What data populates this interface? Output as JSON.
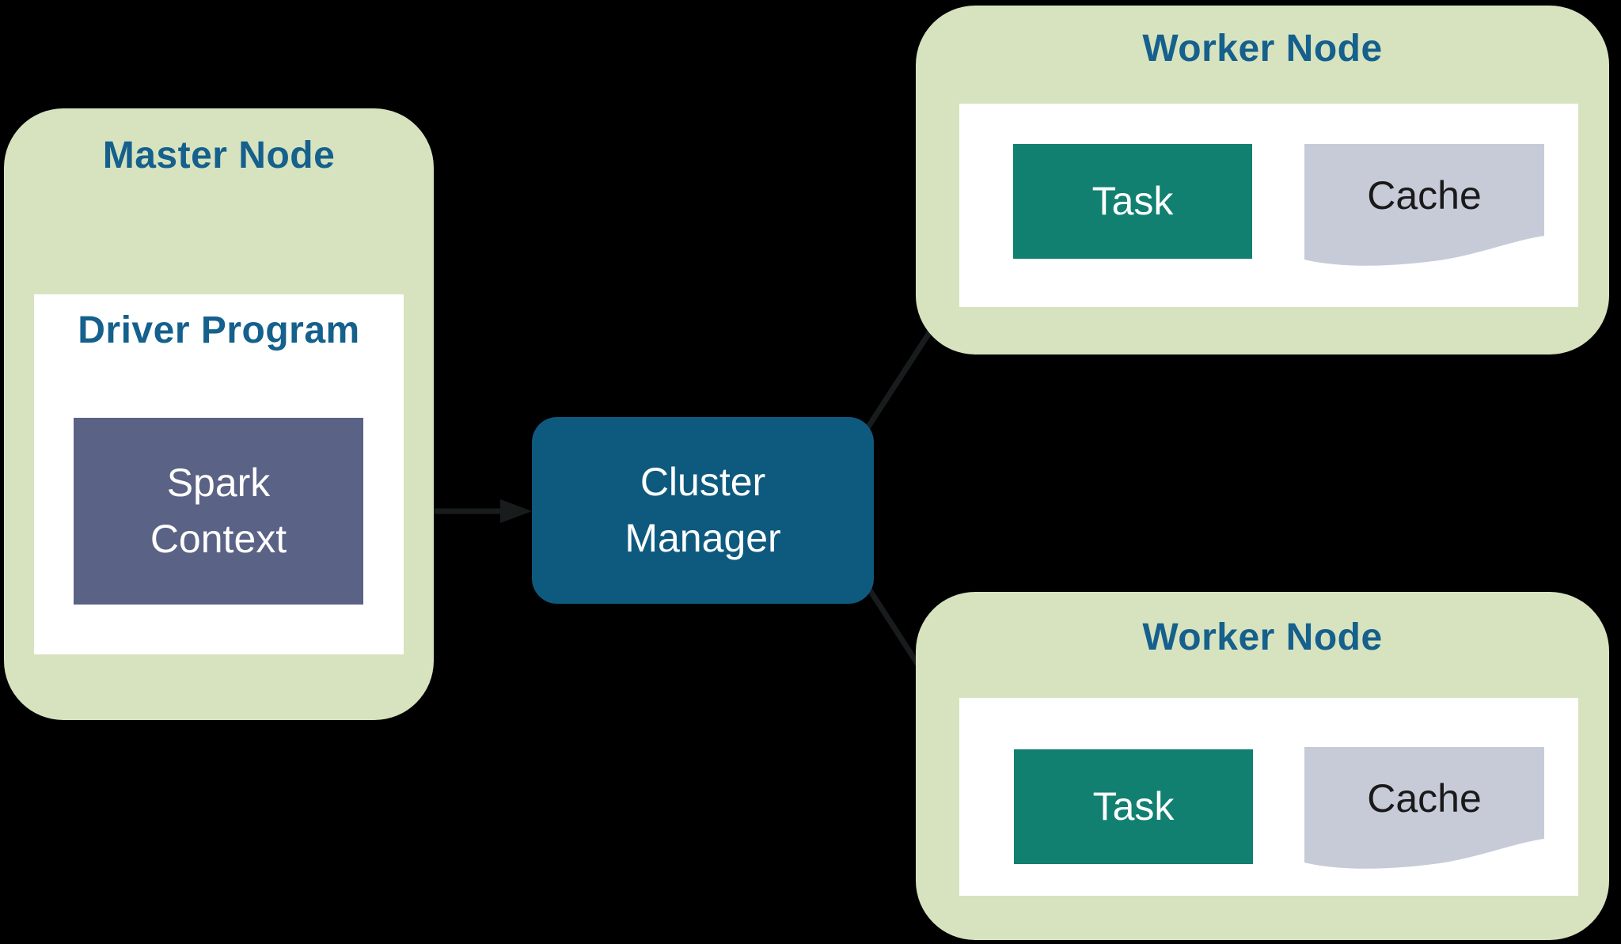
{
  "diagram": {
    "background": "#000000",
    "colors": {
      "node_bg": "#d7e3bf",
      "title_text": "#15608c",
      "white_panel": "#ffffff",
      "spark_context_fill": "#5a6285",
      "cluster_manager_fill": "#0e5a7f",
      "task_fill": "#118071",
      "cache_fill": "#c7cbd8",
      "cache_text": "#1a1a1a",
      "label_text": "#ffffff",
      "arrow": "#191c1d"
    },
    "master_node": {
      "title": "Master Node",
      "driver_program": {
        "title": "Driver Program",
        "spark_context": {
          "label_line1": "Spark",
          "label_line2": "Context"
        }
      }
    },
    "cluster_manager": {
      "label_line1": "Cluster",
      "label_line2": "Manager"
    },
    "worker_nodes": [
      {
        "title": "Worker Node",
        "task_label": "Task",
        "cache_label": "Cache"
      },
      {
        "title": "Worker Node",
        "task_label": "Task",
        "cache_label": "Cache"
      }
    ]
  }
}
